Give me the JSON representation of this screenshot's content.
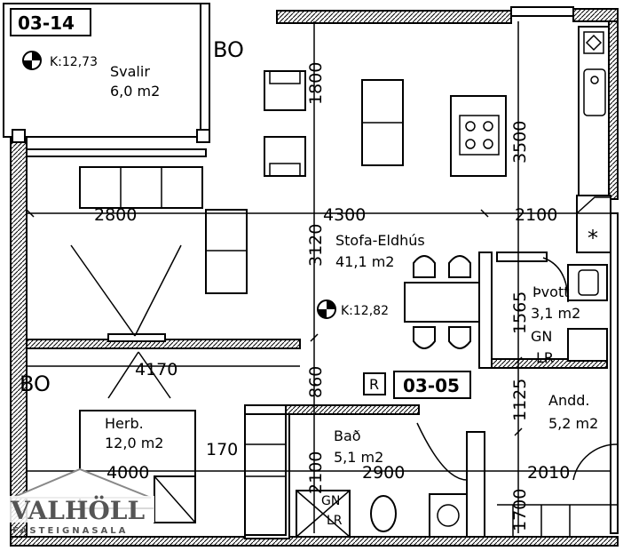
{
  "plan": {
    "unit_tag_top": "03-14",
    "unit_tag_main": "03-05",
    "r_badge": "R",
    "bo_top": "BO",
    "bo_left": "BO",
    "elevation_1": "K:12,73",
    "elevation_2": "K:12,82"
  },
  "rooms": {
    "svalir": {
      "name": "Svalir",
      "area": "6,0 m2"
    },
    "stofa": {
      "name": "Stofa-Eldhús",
      "area": "41,1 m2"
    },
    "herb": {
      "name": "Herb.",
      "area": "12,0 m2"
    },
    "bad": {
      "name": "Bað",
      "area": "5,1 m2"
    },
    "thvott": {
      "name": "Þvott",
      "area": "3,1 m2",
      "gn": "GN",
      "lr": "LR"
    },
    "andd": {
      "name": "Andd.",
      "area": "5,2 m2"
    },
    "bad_gn": "GN",
    "bad_lr": "LR"
  },
  "dimensions": {
    "d2800": "2800",
    "d4300": "4300",
    "d2100_top": "2100",
    "d1800": "1800",
    "d3500": "3500",
    "d3120": "3120",
    "d4170": "4170",
    "d860": "860",
    "d1565": "1565",
    "d1125": "1125",
    "d170": "170",
    "d4000": "4000",
    "d2100_bath": "2100",
    "d2900": "2900",
    "d1700": "1700",
    "d2010": "2010"
  },
  "logo": {
    "name": "VALHÖLL",
    "sub": "FASTEIGNASALA"
  }
}
